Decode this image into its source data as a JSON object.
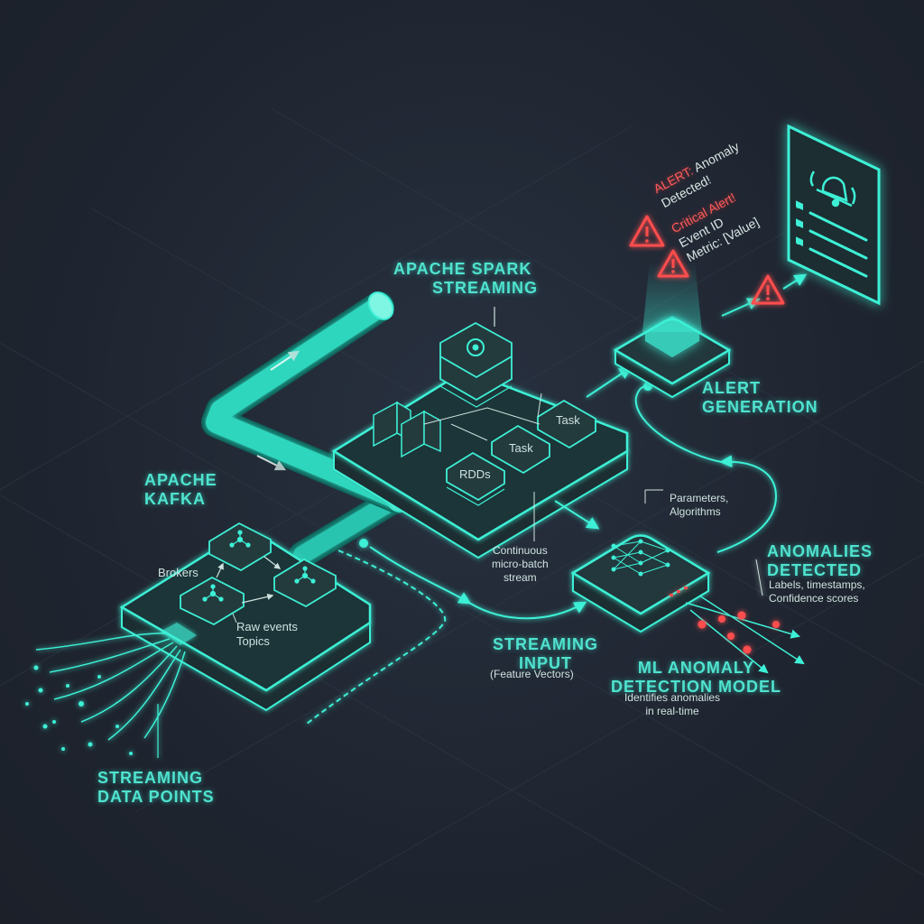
{
  "colors": {
    "accent": "#3df0d6",
    "accent_dim": "#1e8f82",
    "alert_red": "#ff4d4d",
    "background": "#1f2530"
  },
  "labels": {
    "streaming_data_points": [
      "STREAMING",
      "DATA POINTS"
    ],
    "kafka_title": [
      "APACHE",
      "KAFKA"
    ],
    "kafka_brokers": "Brokers",
    "kafka_topics": [
      "Raw events",
      "Topics"
    ],
    "spark_title": [
      "APACHE SPARK",
      "STREAMING"
    ],
    "spark_task_1": "Task",
    "spark_task_2": "Task",
    "spark_rdds": "RDDs",
    "continuous_stream": [
      "Continuous",
      "micro-batch",
      "stream"
    ],
    "parameters": [
      "Parameters,",
      "Algorithms"
    ],
    "streaming_input": [
      "STREAMING",
      "INPUT"
    ],
    "feature_vectors": "(Feature Vectors)",
    "ml_title": [
      "ML ANOMALY",
      "DETECTION MODEL"
    ],
    "ml_subtitle": [
      "Identifies anomalies",
      "in real-time"
    ],
    "anomalies_title": [
      "ANOMALIES",
      "DETECTED"
    ],
    "anomalies_sub": [
      "Labels, timestamps,",
      "Confidence scores"
    ],
    "alert_generation": [
      "ALERT",
      "GENERATION"
    ],
    "alert_1": {
      "prefix": "ALERT:",
      "rest": " Anomaly",
      "line2": "Detected!"
    },
    "alert_2": {
      "line1": "Critical Alert!",
      "line2": "Event ID",
      "line3": "Metric: [Value]"
    }
  },
  "icons": [
    "gear-icon",
    "server-icon",
    "network-node-icon",
    "neural-net-icon",
    "warning-icon",
    "bell-icon",
    "document-icon"
  ]
}
